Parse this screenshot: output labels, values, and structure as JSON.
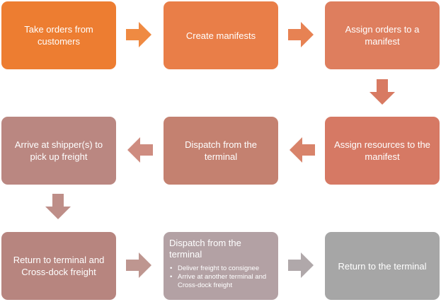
{
  "colors": {
    "orange1": "#ED7D31",
    "orange2": "#E97E48",
    "orange3": "#DE7E5E",
    "coral": "#D67964",
    "rose1": "#C48170",
    "rose2": "#BA8781",
    "mauve": "#B79287",
    "lilac": "#B3A1A4",
    "grey": "#A6A6A6",
    "arrow_orange": "#EF8A42",
    "arrow_orange2": "#E78253",
    "arrow_coral": "#D87A62",
    "arrow_rose": "#CE8C80",
    "arrow_mauve": "#BE9690",
    "arrow_lilac": "#B9A6A8",
    "arrow_grey": "#A6A6A6"
  },
  "steps": {
    "s1": "Take orders from customers",
    "s2": "Create manifests",
    "s3": "Assign orders to a manifest",
    "s4": "Assign resources to the manifest",
    "s5": "Dispatch from the terminal",
    "s6": "Arrive at shipper(s) to pick up freight",
    "s7": "Return to terminal and Cross-dock freight",
    "s8": {
      "title": "Dispatch from the terminal",
      "bullets": [
        "Deliver freight to consignee",
        "Arrive at another terminal and Cross-dock freight"
      ]
    },
    "s9": "Return to the terminal"
  }
}
